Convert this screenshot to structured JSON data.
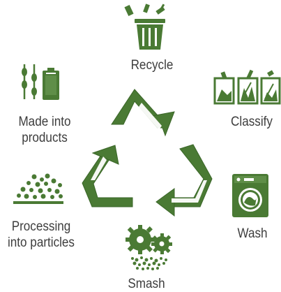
{
  "colors": {
    "primary_green": "#4a7a34",
    "dark_green": "#3a6628",
    "text": "#3d3d3d",
    "background": "#ffffff"
  },
  "center_symbol": {
    "icon": "recycle-triangle-icon"
  },
  "steps": {
    "recycle": {
      "label": "Recycle",
      "icon": "trash-bin-icon"
    },
    "classify": {
      "label": "Classify",
      "icon": "sorting-bins-icon"
    },
    "wash": {
      "label": "Wash",
      "icon": "washing-machine-icon"
    },
    "smash": {
      "label": "Smash",
      "icon": "crusher-gears-icon"
    },
    "particles": {
      "line1": "Processing",
      "line2": "into particles",
      "icon": "particles-icon"
    },
    "products": {
      "line1": "Made into",
      "line2": "products",
      "icon": "products-icon"
    }
  }
}
